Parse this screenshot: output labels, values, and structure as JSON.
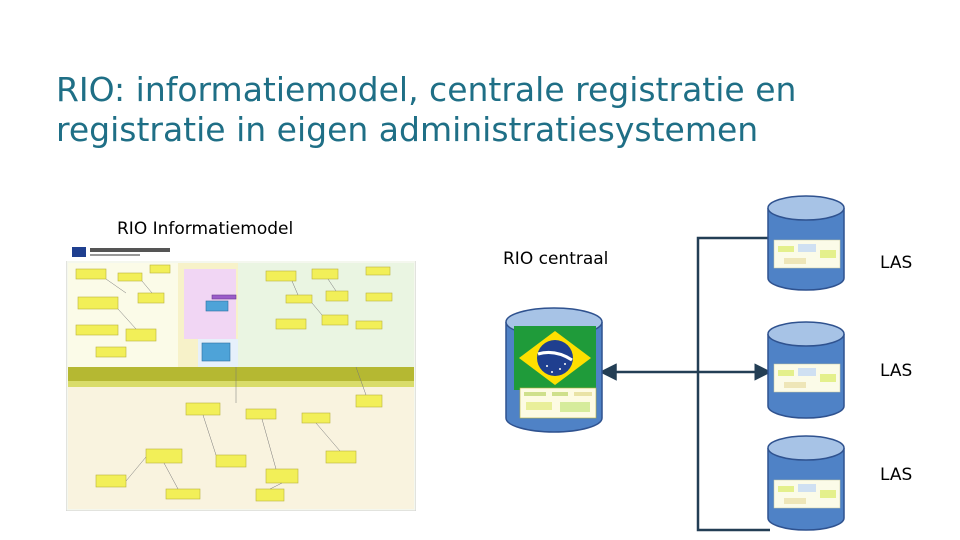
{
  "title": {
    "line1": "RIO: informatiemodel, centrale registratie en",
    "line2": "registratie in eigen administratiesystemen"
  },
  "model": {
    "label": "RIO Informatiemodel"
  },
  "central": {
    "label": "RIO centraal"
  },
  "las": [
    {
      "label": "LAS"
    },
    {
      "label": "LAS"
    },
    {
      "label": "LAS"
    }
  ],
  "colors": {
    "title": "#1f6f86",
    "cylinder": "#4f82c6",
    "cylinder_edge": "#2f528f",
    "connector": "#233e55",
    "flag_green": "#1f9b3a",
    "flag_yellow": "#fedf00",
    "flag_blue": "#1f3f8f"
  },
  "icons": [
    "database-cylinder-icon",
    "brazil-flag-icon",
    "uml-diagram-thumbnail"
  ]
}
